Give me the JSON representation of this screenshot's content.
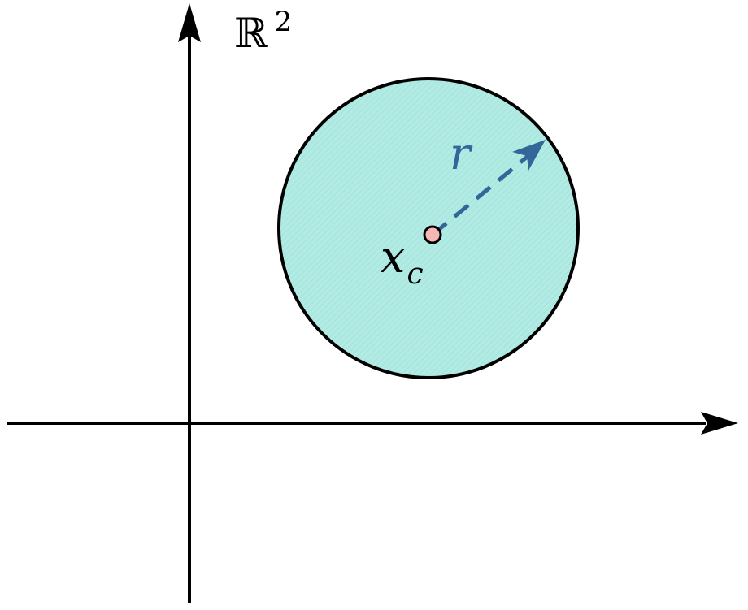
{
  "space_label": {
    "symbol": "ℝ",
    "exponent": "2"
  },
  "center_label": {
    "base": "x",
    "subscript": "c"
  },
  "radius_label": "r",
  "colors": {
    "disk_fill": "#b1ebe3",
    "disk_hatch": "#9fe0d6",
    "outline": "#000000",
    "radius_arrow": "#336699",
    "center_point": "#f5b8b4"
  }
}
